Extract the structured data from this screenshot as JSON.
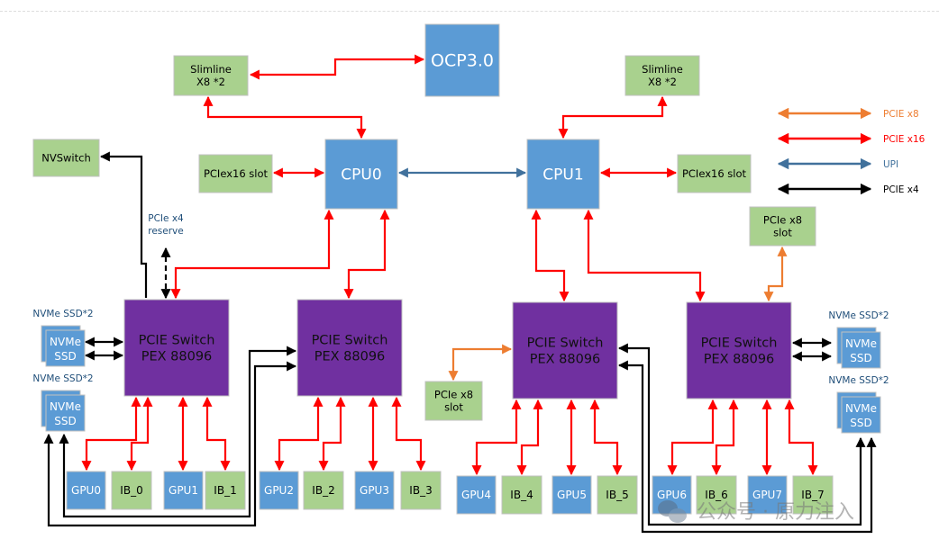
{
  "title": "8-GPU server PCIe topology",
  "colors": {
    "pcie_x8": "#ED7D31",
    "pcie_x16": "#FF0000",
    "upi": "#41719C",
    "pcie_x4": "#000000",
    "cpu_box": "#5B9BD5",
    "slot_box": "#A9D18E",
    "switch_box": "#7030A0",
    "label_blue": "#1F4E79"
  },
  "nodes": {
    "ocp": "OCP3.0",
    "cpu0": "CPU0",
    "cpu1": "CPU1",
    "slimline_left": [
      "Slimline",
      "X8 *2"
    ],
    "slimline_right": [
      "Slimline",
      "X8 *2"
    ],
    "nvswitch": "NVSwitch",
    "pcie16_left": "PCIex16 slot",
    "pcie16_right": "PCIex16 slot",
    "pcie8_right": [
      "PCIe x8",
      "slot"
    ],
    "pcie8_mid": [
      "PCIe x8",
      "slot"
    ],
    "reserve_label": [
      "PCIe x4",
      "reserve"
    ],
    "switches": [
      [
        "PCIE Switch",
        "PEX 88096"
      ],
      [
        "PCIE Switch",
        "PEX 88096"
      ],
      [
        "PCIE Switch",
        "PEX 88096"
      ],
      [
        "PCIE Switch",
        "PEX 88096"
      ]
    ],
    "nvme_groups": [
      {
        "label": "NVMe SSD*2",
        "text": [
          "NVMe",
          "SSD"
        ]
      },
      {
        "label": "NVMe SSD*2",
        "text": [
          "NVMe",
          "SSD"
        ]
      },
      {
        "label": "NVMe SSD*2",
        "text": [
          "NVMe",
          "SSD"
        ]
      },
      {
        "label": "NVMe SSD*2",
        "text": [
          "NVMe",
          "SSD"
        ]
      }
    ],
    "gpus": [
      "GPU0",
      "GPU1",
      "GPU2",
      "GPU3",
      "GPU4",
      "GPU5",
      "GPU6",
      "GPU7"
    ],
    "ibs": [
      "IB_0",
      "IB_1",
      "IB_2",
      "IB_3",
      "IB_4",
      "IB_5",
      "IB_6",
      "IB_7"
    ]
  },
  "legend": [
    {
      "label": "PCIE x8",
      "color": "#ED7D31"
    },
    {
      "label": "PCIE x16",
      "color": "#FF0000"
    },
    {
      "label": "UPI",
      "color": "#41719C"
    },
    {
      "label": "PCIE x4",
      "color": "#000000"
    }
  ],
  "watermark": "公众号 · 原力注入"
}
